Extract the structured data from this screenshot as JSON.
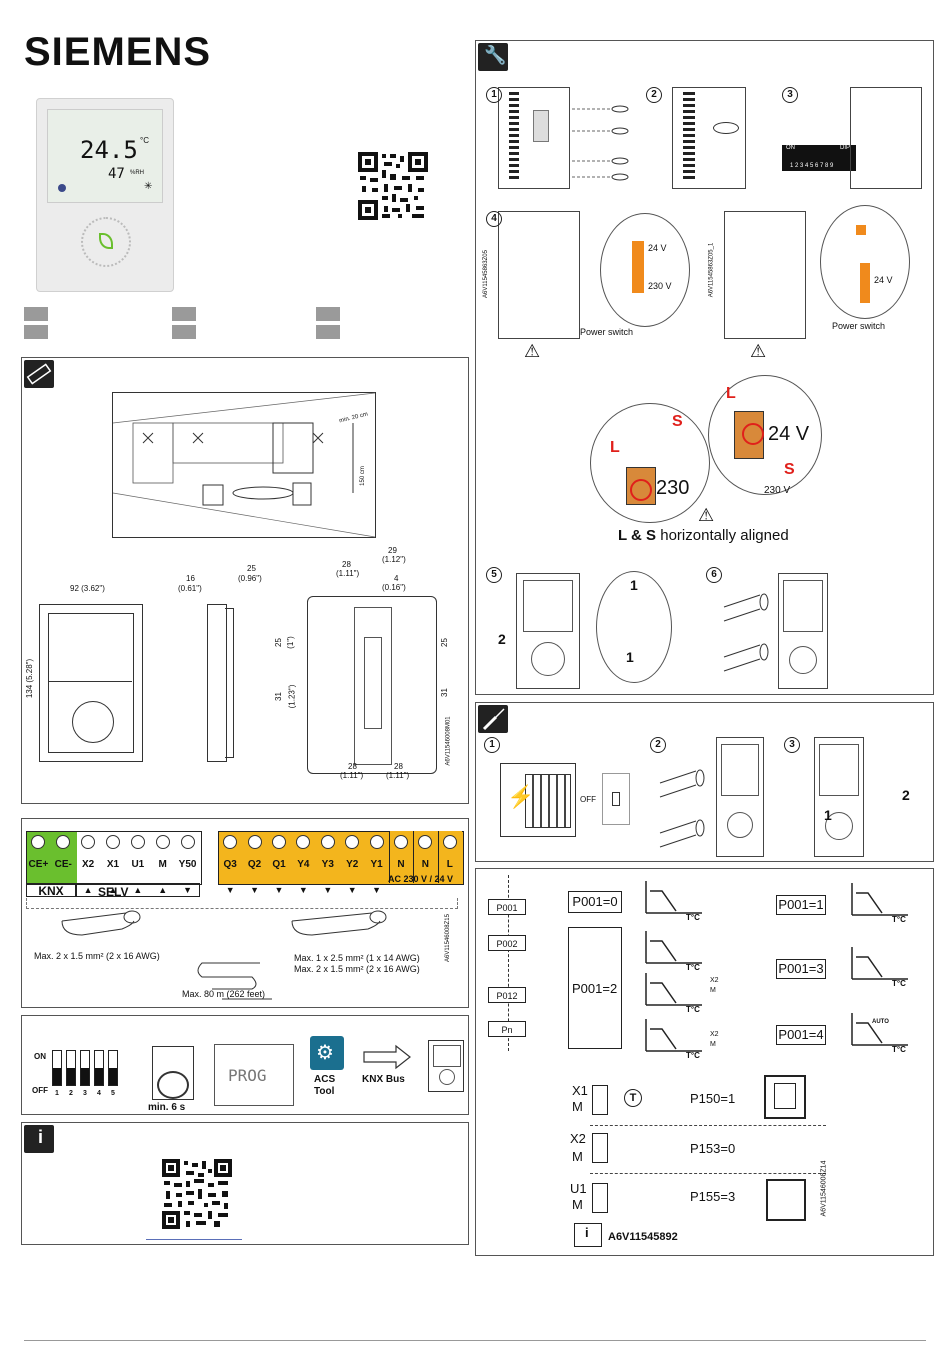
{
  "brand": "SIEMENS",
  "device": {
    "temperature": "24.5",
    "temperature_unit": "°C",
    "humidity": "47",
    "humidity_unit": "%RH"
  },
  "installation": {
    "steps": [
      "1",
      "2",
      "3",
      "4",
      "5",
      "6"
    ],
    "dip_on": "ON",
    "dip_label": "DIP",
    "dip_numbers": "1 2 3 4 5 6 7 8 9",
    "v24": "24 V",
    "v230": "230 V",
    "power_switch": "Power switch",
    "doc_codes": [
      "A6V11545863Z05",
      "A6V11545863Z05_1"
    ],
    "zoom": {
      "L": "L",
      "S": "S",
      "v230": "230",
      "v24": "24 V",
      "v230_small": "230 V",
      "aligned_bold": "L & S",
      "aligned_rest": " horizontally aligned"
    }
  },
  "dimensions": {
    "room_height": "150 cm",
    "room_gap": "min. 20 cm",
    "width": "92 (3.62\")",
    "height": "134 (5.28\")",
    "depth16": "16",
    "depth16_in": "(0.61\")",
    "depth25": "25",
    "depth25_in": "(0.96\")",
    "d28": "28",
    "d28_in": "(1.11\")",
    "d29": "29",
    "d29_in": "(1.12\")",
    "d4": "4",
    "d4_in": "(0.16\")",
    "d25v": "25",
    "d25v_in": "(1\")",
    "d31": "31",
    "d31_in": "(1.23\")",
    "code": "A6V11546008M01"
  },
  "removal": {
    "steps": [
      "1",
      "2",
      "3"
    ],
    "off_label": "OFF",
    "arrow1": "1",
    "arrow2": "2"
  },
  "terminals": {
    "left": [
      "CE+",
      "CE-",
      "X2",
      "X1",
      "U1",
      "M",
      "Y50"
    ],
    "right": [
      "Q3",
      "Q2",
      "Q1",
      "Y4",
      "Y3",
      "Y2",
      "Y1",
      "N",
      "N",
      "L"
    ],
    "knx": "KNX",
    "selv": "SELV",
    "power": "AC 230 V / 24 V",
    "cable_left": "Max. 2 x 1.5 mm² (2 x 16 AWG)",
    "cable_right_1": "Max. 1 x 2.5 mm² (1 x 14 AWG)",
    "cable_right_2": "Max. 2 x 1.5 mm² (2 x 16 AWG)",
    "cable_length": "Max. 80 m (262 feet)",
    "code": "A6V11546008Z15",
    "colors": {
      "knx": "#6abf2e",
      "power": "#f3b51d",
      "dark": "#555555"
    }
  },
  "commissioning": {
    "on": "ON",
    "off": "OFF",
    "dip_numbers": [
      "1",
      "2",
      "3",
      "4",
      "5"
    ],
    "hold": "min. 6 s",
    "prog": "PROG",
    "acs": "ACS",
    "tool": "Tool",
    "knx_bus": "KNX Bus"
  },
  "parameters": {
    "flow": [
      "P001",
      "P002",
      "P012",
      "Pn"
    ],
    "p001_0": "P001=0",
    "p001_1": "P001=1",
    "p001_2": "P001=2",
    "p001_3": "P001=3",
    "p001_4": "P001=4",
    "tc": "T°C",
    "auto": "AUTO",
    "x2": "X2",
    "m": "M",
    "x1": "X1",
    "u1": "U1",
    "t": "T",
    "p150": "P150=1",
    "p153": "P153=0",
    "p155": "P155=3",
    "doc_ref": "A6V11545892",
    "code": "A6V11546008Z14"
  }
}
